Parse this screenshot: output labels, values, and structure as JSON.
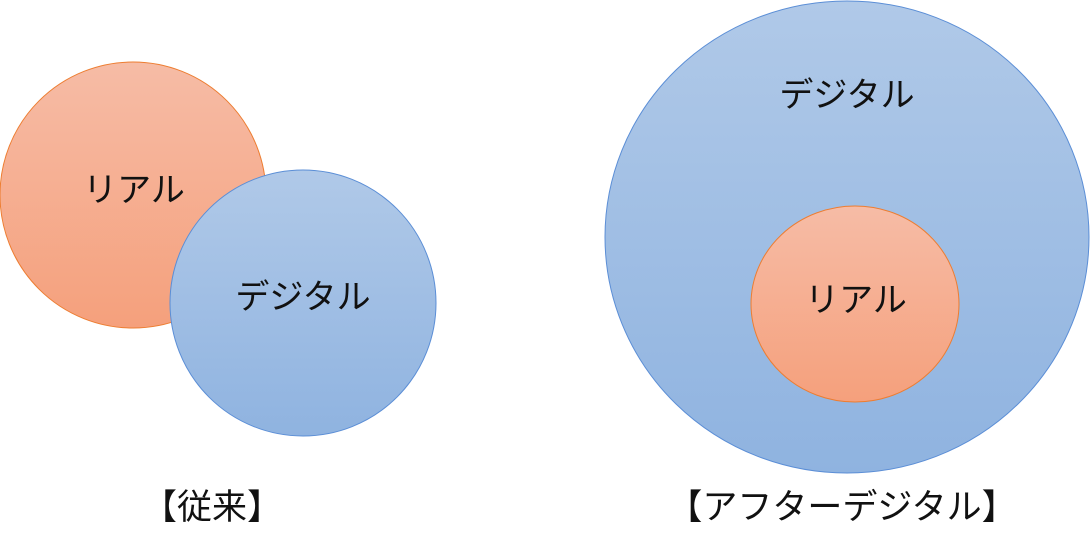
{
  "colors": {
    "real_fill_top": "#f6bca6",
    "real_fill_bottom": "#f5a07c",
    "real_stroke": "#ed7d31",
    "digital_fill_top": "#b0c9e8",
    "digital_fill_bottom": "#8fb3e0",
    "digital_stroke": "#5b8ed6",
    "text": "#111111"
  },
  "left_panel": {
    "real_label": "リアル",
    "digital_label": "デジタル",
    "caption": "【従来】"
  },
  "right_panel": {
    "digital_label": "デジタル",
    "real_label": "リアル",
    "caption": "【アフターデジタル】"
  }
}
